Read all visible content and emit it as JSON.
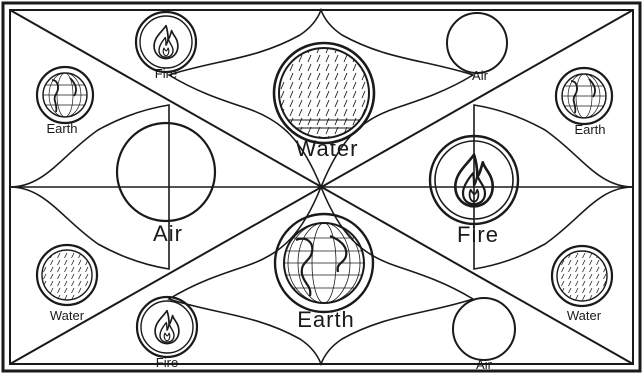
{
  "diagram": {
    "labels": {
      "water_center": "Water",
      "air_left": "Air",
      "fire_right": "Fire",
      "earth_center": "Earth",
      "fire_top": "Fire",
      "air_top": "Air",
      "earth_top_left": "Earth",
      "earth_top_right": "Earth",
      "water_bottom_left": "Water",
      "water_bottom_right": "Water",
      "fire_bottom": "Fire",
      "air_bottom": "Air"
    },
    "icons": {
      "water": "water-globe-icon",
      "air": "air-circle-icon",
      "fire": "flame-icon",
      "earth": "earth-globe-icon"
    },
    "colors": {
      "ink": "#1a1a1a",
      "paper": "#ffffff"
    }
  }
}
